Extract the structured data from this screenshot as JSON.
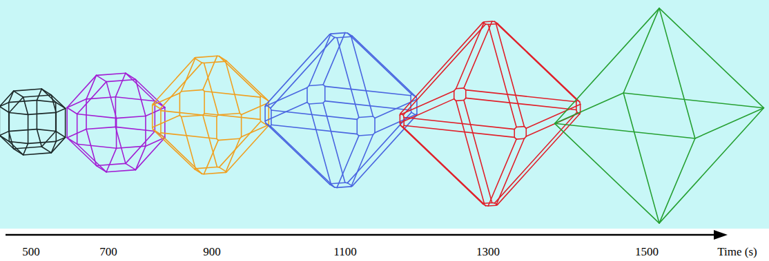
{
  "diagram": {
    "labels": [
      "500",
      "700",
      "900",
      "1100",
      "1300",
      "1500",
      "Time (s)"
    ]
  }
}
